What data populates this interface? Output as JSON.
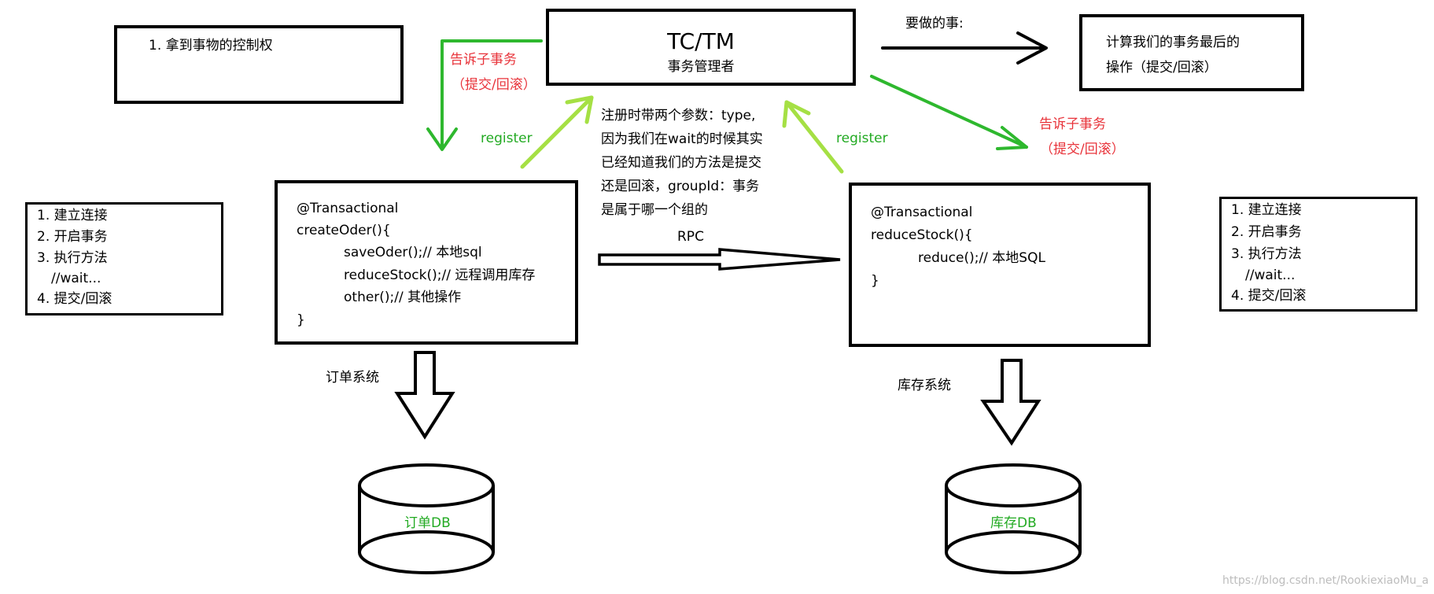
{
  "colors": {
    "black": "#000000",
    "green_arrow": "#2eb82e",
    "light_green_arrow": "#a5e044",
    "green_text": "#22aa22",
    "red_text": "#e8333a",
    "watermark": "#bdbdbd"
  },
  "top_left_note": "1. 拿到事物的控制权",
  "tc_tm": {
    "title": "TC/TM",
    "subtitle": "事务管理者"
  },
  "todo": {
    "label": "要做的事:",
    "line1": "计算我们的事务最后的",
    "line2": "操作（提交/回滚）"
  },
  "tell_sub_left": {
    "line1": "告诉子事务",
    "line2": "（提交/回滚）"
  },
  "tell_sub_right": {
    "line1": "告诉子事务",
    "line2": "（提交/回滚）"
  },
  "register_left": "register",
  "register_right": "register",
  "register_note": [
    "注册时带两个参数：type,",
    "因为我们在wait的时候其实",
    "已经知道我们的方法是提交",
    "还是回滚，groupId：事务",
    "是属于哪一个组的"
  ],
  "rpc_label": "RPC",
  "order_code": [
    "@Transactional",
    "createOder(){",
    "saveOder();// 本地sql",
    "reduceStock();// 远程调用库存",
    "other();// 其他操作",
    "}"
  ],
  "stock_code": [
    "@Transactional",
    "reduceStock(){",
    "reduce();// 本地SQL",
    "}"
  ],
  "steps_left": [
    "1. 建立连接",
    "2. 开启事务",
    "3. 执行方法",
    "//wait...",
    "4. 提交/回滚"
  ],
  "steps_right": [
    "1. 建立连接",
    "2. 开启事务",
    "3. 执行方法",
    "//wait...",
    "4. 提交/回滚"
  ],
  "order_system_label": "订单系统",
  "stock_system_label": "库存系统",
  "order_db_label": "订单DB",
  "stock_db_label": "库存DB",
  "watermark": "https://blog.csdn.net/RookiexiaoMu_a"
}
